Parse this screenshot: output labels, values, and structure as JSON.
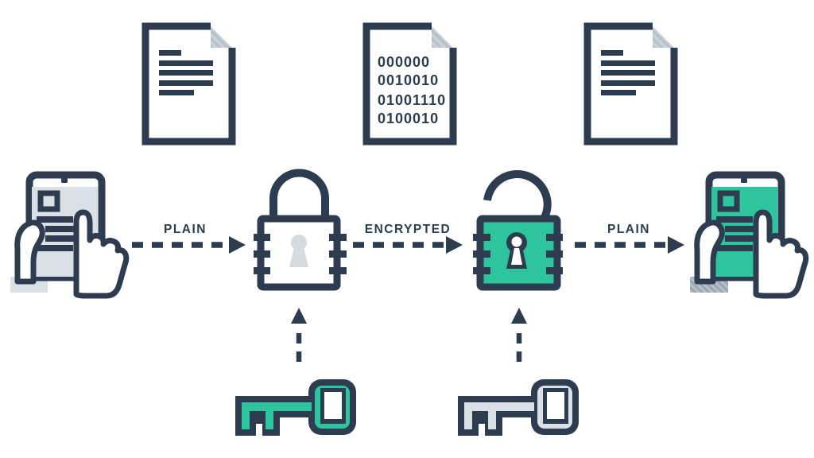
{
  "background": "#ffffff",
  "colors": {
    "navy": "#2d3c4e",
    "green": "#2ec49e",
    "screen_gray": "#d9e0e6",
    "keyhole_gray": "#d4dce2",
    "fold_gray": "#c9d2d9",
    "sleeve_gray": "#b6c0c8",
    "white": "#ffffff"
  },
  "arrows": [
    {
      "id": "plain-left",
      "label": "PLAIN",
      "direction": "right"
    },
    {
      "id": "encrypted",
      "label": "ENCRYPTED",
      "direction": "right"
    },
    {
      "id": "plain-right",
      "label": "PLAIN",
      "direction": "right"
    },
    {
      "id": "key-to-lock-left",
      "label": "",
      "direction": "up"
    },
    {
      "id": "key-to-lock-right",
      "label": "",
      "direction": "up"
    }
  ],
  "binary_document": {
    "lines": [
      "000000",
      "0010010",
      "01001110",
      "0100010"
    ]
  },
  "nodes": [
    {
      "name": "sender-device",
      "icon": "tablet-in-hands-icon",
      "screen": "plain-gray"
    },
    {
      "name": "plaintext-document-left",
      "icon": "document-text-lines-icon"
    },
    {
      "name": "encryption-lock",
      "icon": "padlock-closed-icon",
      "body": "white"
    },
    {
      "name": "binary-document",
      "icon": "document-binary-icon"
    },
    {
      "name": "decryption-lock",
      "icon": "padlock-open-icon",
      "body": "green"
    },
    {
      "name": "plaintext-document-right",
      "icon": "document-text-lines-icon"
    },
    {
      "name": "receiver-device",
      "icon": "tablet-in-hands-icon",
      "screen": "green"
    },
    {
      "name": "encryption-key",
      "icon": "key-icon",
      "color": "green"
    },
    {
      "name": "decryption-key",
      "icon": "key-icon",
      "color": "gray"
    }
  ]
}
